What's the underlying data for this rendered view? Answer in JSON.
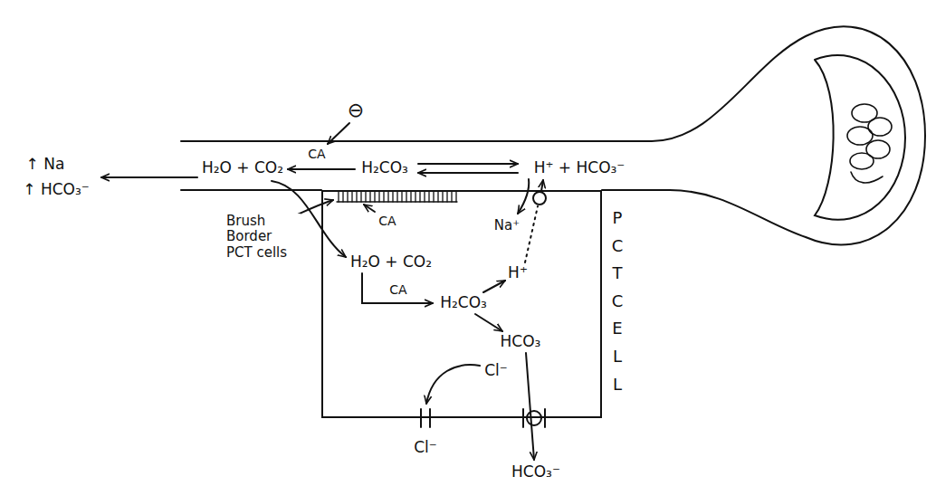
{
  "diagram": {
    "nodes": [
      {
        "text": [
          "PCT CELL"
        ]
      }
    ],
    "labels": [
      "↑ Na",
      "↑ HCO₃⁻",
      "H₂O + CO₂",
      "CA",
      "H₂CO₃",
      "H⁺ + HCO₃⁻",
      "⊖",
      "Brush Border PCT cells",
      "CA",
      "Na⁺",
      "H₂O + CO₂",
      "CA",
      "H₂CO₃",
      "H⁺",
      "HCO₃",
      "Cl⁻",
      "Cl⁻",
      "HCO₃⁻"
    ]
  }
}
